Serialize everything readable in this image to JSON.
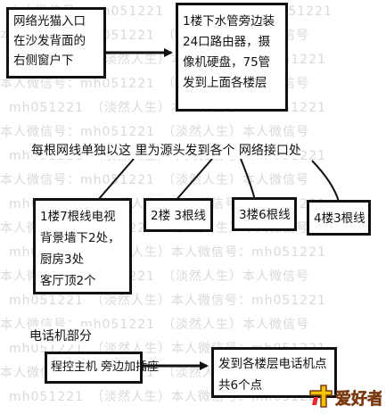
{
  "watermark": {
    "rows": [
      "本人微信号：mh051221　本人微信号：mh051221",
      "本人微信号：mh051221　（淡然人生）本人微信号",
      "mh051221　（淡然人生）本人微信号：mh051221",
      "本人微信号：mh051221　（淡然人生）本人微信号",
      "mh051221　（淡然人生）本人微信号：mh051221",
      "本人微信号：mh051221　（淡然人生）本人微信号",
      "mh051221　（淡然人生）本人微信号：mh051221",
      "本人微信号：mh051221　（淡然人生）本人微信号",
      "mh051221　（淡然人生）本人微信号：mh051221",
      "本人微信号：mh051221　（淡然人生）本人微信号",
      "mh051221　（淡然人生）本人微信号：mh051221",
      "本人微信号：mh051221　（淡然人生）本人微信号",
      "mh051221　（淡然人生）本人微信号：mh051221",
      "本人微信号：mh051221　（淡然人生）本人微信号",
      "mh051221　（淡然人生）本人微信号：mh051221",
      "本人微信号：mh051221　（淡然人生）本人微信号",
      "mh051221　（淡然人生）本人微信号：mh051221"
    ]
  },
  "boxes": {
    "modem": [
      "网络光猫入口",
      "在沙发背面的",
      "右侧窗户下"
    ],
    "router": [
      "1楼下水管旁边装",
      "24口路由器，摄",
      "像机硬盘，75管",
      "发到上面各楼层"
    ],
    "floor1": [
      "1楼7根线电视",
      "背景墙下2处，",
      "厨房3处",
      "客厅顶2个"
    ],
    "floor2": "2楼 3根线",
    "floor3": "3楼6根线",
    "floor4": "4楼3根线",
    "pbx": "程控主机 旁边加插座",
    "phones": [
      "发到各楼层电话机点",
      "共6个点"
    ]
  },
  "notes": {
    "each_cable": "每根网线单独以这 里为源头发到各个  网络接口处",
    "phone_section": "电话机部分"
  },
  "logo": {
    "text": "爱好者",
    "colors": {
      "main": "#e8262b",
      "accent": "#f5c400",
      "outline": "#7a3b12"
    }
  },
  "colors": {
    "line": "#111111",
    "watermark": "#d9d9d9"
  }
}
